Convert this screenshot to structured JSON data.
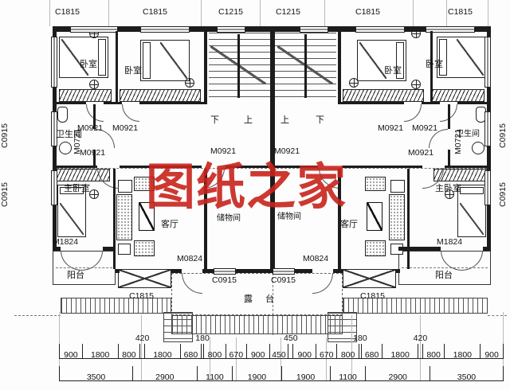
{
  "watermark": {
    "text": "图纸之家",
    "color": "#c8231c"
  },
  "rooms": {
    "bedroom": "卧室",
    "bathroom": "卫生间",
    "master_bedroom": "主卧室",
    "living_room": "客厅",
    "storage_room": "储物间",
    "balcony": "阳台",
    "terrace": "露台"
  },
  "stairs": {
    "down": "下",
    "up": "上"
  },
  "doors": {
    "m0921": "M0921",
    "m0721": "M0721",
    "m1824": "M1824",
    "m0824": "M0824"
  },
  "windows": {
    "c1815": "C1815",
    "c1215": "C1215",
    "c0915": "C0915"
  },
  "dimensions": {
    "row1": [
      {
        "label": "900",
        "mm": 900
      },
      {
        "label": "1800",
        "mm": 1800
      },
      {
        "label": "800",
        "mm": 800
      },
      {
        "label": "420",
        "mm": 420,
        "raised": true
      },
      {
        "label": "1800",
        "mm": 1800
      },
      {
        "label": "680",
        "mm": 680
      },
      {
        "label": "180",
        "mm": 180,
        "raised": true
      },
      {
        "label": "800",
        "mm": 800
      },
      {
        "label": "670",
        "mm": 670
      },
      {
        "label": "900",
        "mm": 900
      },
      {
        "label": "450",
        "mm": 450
      },
      {
        "label": "450",
        "mm": 450,
        "raised": true
      },
      {
        "label": "900",
        "mm": 900
      },
      {
        "label": "670",
        "mm": 670
      },
      {
        "label": "800",
        "mm": 800
      },
      {
        "label": "180",
        "mm": 180,
        "raised": true
      },
      {
        "label": "680",
        "mm": 680
      },
      {
        "label": "1800",
        "mm": 1800
      },
      {
        "label": "420",
        "mm": 420,
        "raised": true
      },
      {
        "label": "800",
        "mm": 800
      },
      {
        "label": "1800",
        "mm": 1800
      },
      {
        "label": "900",
        "mm": 900
      }
    ],
    "row2": [
      {
        "label": "3500",
        "mm": 3500
      },
      {
        "label": "2900",
        "mm": 2900
      },
      {
        "label": "1100",
        "mm": 1100
      },
      {
        "label": "1900",
        "mm": 1900
      },
      {
        "label": "1900",
        "mm": 1900
      },
      {
        "label": "1100",
        "mm": 1100
      },
      {
        "label": "2900",
        "mm": 2900
      },
      {
        "label": "3500",
        "mm": 3500
      }
    ]
  }
}
